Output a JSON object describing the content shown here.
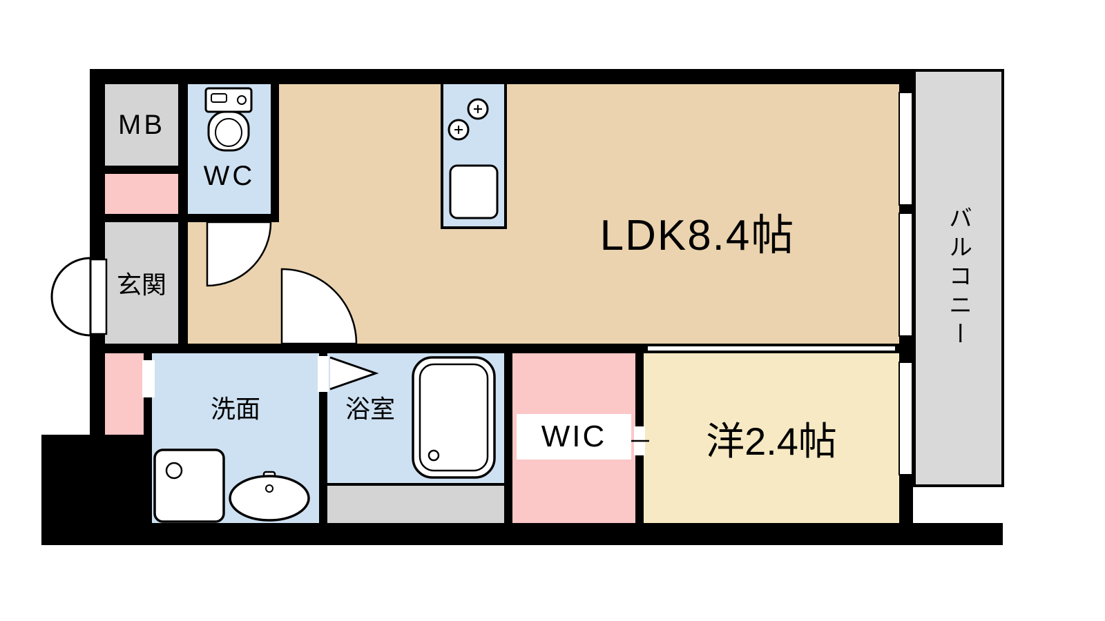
{
  "rooms": {
    "mb": {
      "label": "MB"
    },
    "wc": {
      "label": "WC"
    },
    "ldk": {
      "label": "LDK8.4帖"
    },
    "entrance": {
      "label": "玄関"
    },
    "washroom": {
      "label": "洗面"
    },
    "bathroom": {
      "label": "浴室"
    },
    "wic": {
      "label": "WIC"
    },
    "western_room": {
      "label": "洋2.4帖"
    },
    "balcony": {
      "label": "バルコニー"
    }
  },
  "colors": {
    "wall": "#000000",
    "ldk_floor": "#EAD3AE",
    "wet_area_floor": "#CEE1F2",
    "service_area_gray": "#D4D4D4",
    "corridor_pink": "#FBC7C7",
    "western_room_floor": "#F6E9C3",
    "balcony_gray": "#D9D9D9",
    "fixture_fill": "#FFFFFF",
    "background": "#FFFFFF"
  },
  "icons": [
    "entrance-door-icon",
    "wc-door-arc-icon",
    "hall-door-arc-icon",
    "folding-door-icon",
    "toilet-icon",
    "stove-icon",
    "kitchen-sink-icon",
    "bathtub-icon",
    "washer-pan-icon",
    "vanity-sink-icon",
    "window-icon",
    "sliding-door-icon"
  ]
}
